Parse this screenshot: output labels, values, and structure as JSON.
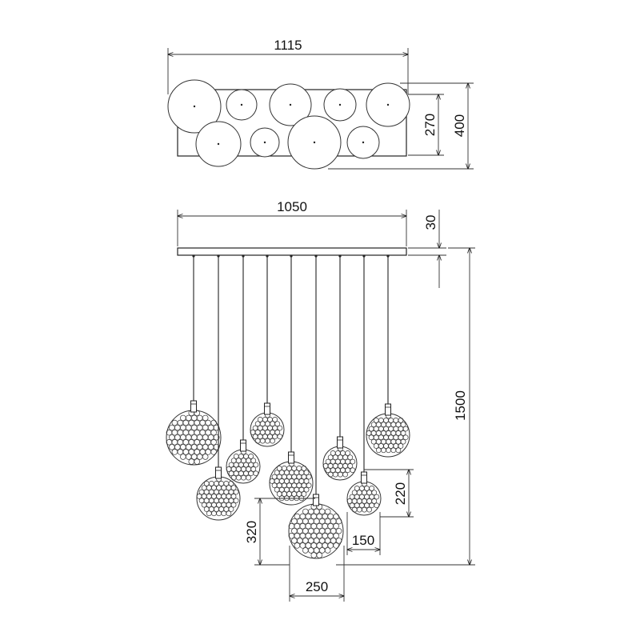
{
  "drawing": {
    "top_view": {
      "width_label": "1115",
      "inner_depth_label": "270",
      "outer_depth_label": "400"
    },
    "front_view": {
      "canopy_width_label": "1050",
      "canopy_height_label": "30",
      "total_height_label": "1500",
      "large_shade_height_label": "320",
      "large_shade_width_label": "250",
      "small_shade_height_label": "220",
      "small_shade_width_label": "150"
    }
  }
}
